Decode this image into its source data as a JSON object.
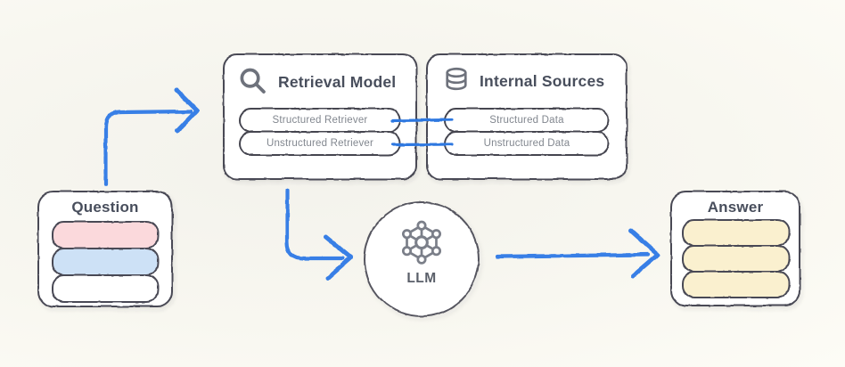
{
  "colors": {
    "background": "#f6f5ee",
    "arrow_blue": "#377fe6",
    "box_border": "#4a4a55",
    "title_text": "#484e5c",
    "pill_text": "#82878f",
    "icon_gray": "#6e727c"
  },
  "question_box": {
    "title": "Question",
    "bars": [
      {
        "name": "pink-bar",
        "color": "#fbd9dc"
      },
      {
        "name": "blue-bar",
        "color": "#cde1f6"
      },
      {
        "name": "white-bar",
        "color": "#ffffff"
      }
    ]
  },
  "retrieval_box": {
    "title": "Retrieval Model",
    "icon": "magnifier-icon",
    "pills": [
      "Structured Retriever",
      "Unstructured Retriever"
    ]
  },
  "sources_box": {
    "title": "Internal Sources",
    "icon": "database-icon",
    "pills": [
      "Structured Data",
      "Unstructured Data"
    ]
  },
  "llm_node": {
    "label": "LLM",
    "icon": "network-icon"
  },
  "answer_box": {
    "title": "Answer",
    "bars": [
      {
        "name": "cream-bar",
        "color": "#faf0cf"
      },
      {
        "name": "cream-bar",
        "color": "#faf0cf"
      },
      {
        "name": "cream-bar",
        "color": "#faf0cf"
      }
    ]
  },
  "arrows": [
    {
      "from": "question-box",
      "to": "retrieval-model-box"
    },
    {
      "from": "retrieval-model-box",
      "to": "llm-node"
    },
    {
      "from": "llm-node",
      "to": "answer-box"
    }
  ],
  "connectors": [
    {
      "from": "Structured Retriever",
      "to": "Structured Data"
    },
    {
      "from": "Unstructured Retriever",
      "to": "Unstructured Data"
    }
  ]
}
